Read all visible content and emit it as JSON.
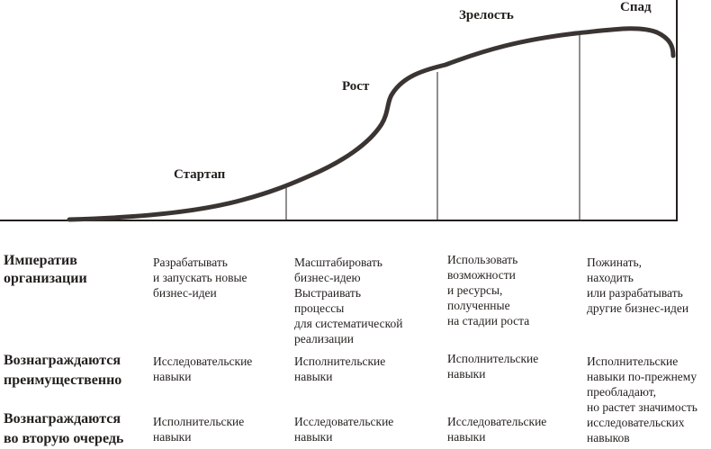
{
  "stages": [
    "Стартап",
    "Рост",
    "Зрелость",
    "Спад"
  ],
  "colors": {
    "curve": "#3a3532",
    "text": "#231f1c"
  },
  "rows": [
    {
      "label": "Императив\nорганизации",
      "cells": [
        "Разрабатывать\nи запускать новые\nбизнес-идеи",
        "Масштабировать\nбизнес-идею\nВыстраивать\nпроцессы\nдля систематической\nреализации",
        "Использовать\nвозможности\nи ресурсы,\nполученные\nна стадии роста",
        "Пожинать,\nнаходить\nили разрабатывать\nдругие бизнес-идеи"
      ]
    },
    {
      "label": "Вознаграждаются\nпреимущественно",
      "cells": [
        "Исследовательские\nнавыки",
        "Исполнительские\nнавыки",
        "Исполнительские\nнавыки",
        "Исполнительские\nнавыки по-прежнему\nпреобладают,\nно растет значимость\nисследовательских\nнавыков"
      ]
    },
    {
      "label": "Вознаграждаются\nво вторую очередь",
      "cells": [
        "Исполнительские\nнавыки",
        "Исследовательские\nнавыки",
        "Исследовательские\nнавыки",
        ""
      ]
    }
  ]
}
